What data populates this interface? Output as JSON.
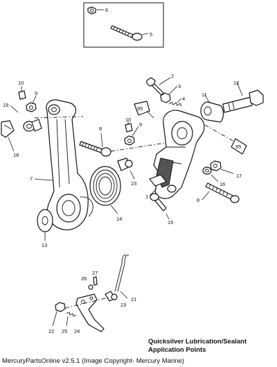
{
  "inset_box": {},
  "callouts": {
    "c1": "1",
    "c2": "2",
    "c3": "3",
    "c4": "4",
    "c5": "5",
    "c6": "6",
    "c7": "7",
    "c8a": "8",
    "c8b": "8",
    "c9a": "9",
    "c9b": "9",
    "c10a": "10",
    "c10b": "10",
    "c11": "11",
    "c12": "12",
    "c13": "13",
    "c14": "14",
    "c15": "15",
    "c16": "16",
    "c17": "17",
    "c18": "18",
    "c19": "19",
    "c21": "21",
    "c22": "22",
    "c23a": "23",
    "c23b": "23",
    "c24": "24",
    "c25": "25",
    "c26": "26",
    "c27": "27"
  },
  "lube_points": {
    "title": "Quicksilver Lubrication/Sealant Application Points",
    "tag": "95"
  },
  "footer": {
    "text": "MercuryPartsOnline v2.5.1 (Image Copyright- Mercury Marine)"
  }
}
